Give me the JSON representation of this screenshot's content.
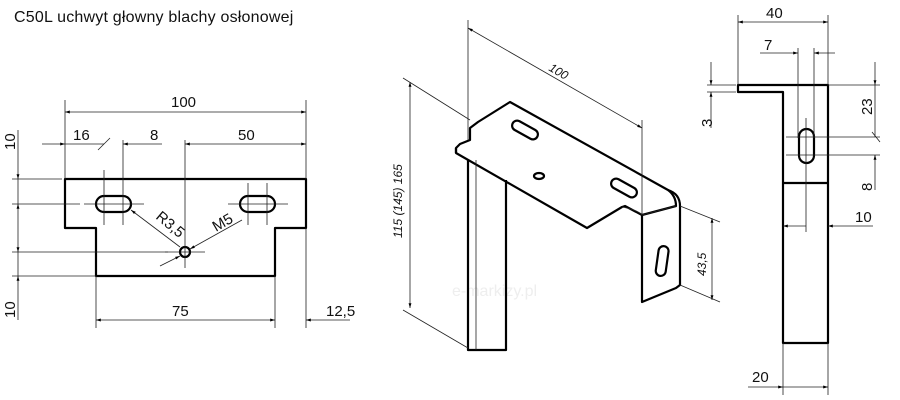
{
  "title": "C50L uchwyt głowny blachy osłonowej",
  "watermark": "e-markizy.pl",
  "front_view": {
    "width_total": "100",
    "dim_16": "16",
    "dim_8": "8",
    "dim_50": "50",
    "radius": "R3,5",
    "thread": "M5",
    "width_bottom": "75",
    "offset": "12,5",
    "dim_10_top": "10",
    "dim_10_bottom": "10"
  },
  "iso_view": {
    "length": "100",
    "height": "115 (145) 165",
    "flange": "43,5"
  },
  "side_view": {
    "depth": "40",
    "dim_7": "7",
    "thickness": "3",
    "dim_23": "23",
    "dim_8": "8",
    "dim_10": "10",
    "width": "20"
  }
}
